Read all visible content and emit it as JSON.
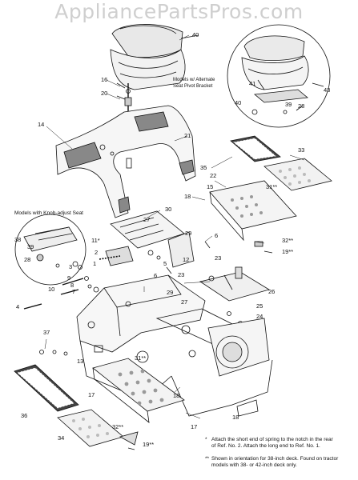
{
  "watermark": "AppliancePartsPros.com",
  "callouts": {
    "alt_seat": [
      "Models w/ Alternate",
      "Seat Pivot Bracket"
    ],
    "knob_seat": "Models with Knob-adjust Seat"
  },
  "labels": {
    "l40a": "40",
    "l40b": "40",
    "l41": "41",
    "l43": "43",
    "l39a": "39",
    "l28a": "28",
    "l16": "16",
    "l20": "20",
    "l14": "14",
    "l21": "21",
    "l33": "33",
    "l35": "35",
    "l22": "22",
    "l31a": "31**",
    "l15": "15",
    "l18a": "18",
    "l30": "30",
    "l6a": "6",
    "l27": "27",
    "l29a": "29",
    "l11": "11*",
    "l2": "2",
    "l1": "1",
    "l3": "3",
    "l9": "9",
    "l8": "8",
    "l7": "7",
    "l10": "10",
    "l4": "4",
    "l12": "12",
    "l5": "5",
    "l6b": "6",
    "l29b": "29",
    "l38": "38",
    "l39b": "39",
    "l28b": "28",
    "l32a": "32**",
    "l19a": "19**",
    "l23a": "23",
    "l23b": "23",
    "l26": "26",
    "l25": "25",
    "l24": "24",
    "l27b": "27",
    "l13": "13",
    "l37": "37",
    "l31b": "31**",
    "l18b": "18",
    "l17a": "17",
    "l36": "36",
    "l17b": "17",
    "l34": "34",
    "l32b": "32**",
    "l19b": "19**",
    "l18c": "18"
  },
  "footnotes": {
    "note1_mark": "*",
    "note1": [
      "Attach the short end of spring to the notch in the rear",
      "of Ref. No. 2. Attach the long end to Ref. No. 1."
    ],
    "note2_mark": "**",
    "note2": [
      "Shown in orientation for 38-inch deck. Found on tractor",
      "models with 38- or 42-inch deck only."
    ]
  }
}
